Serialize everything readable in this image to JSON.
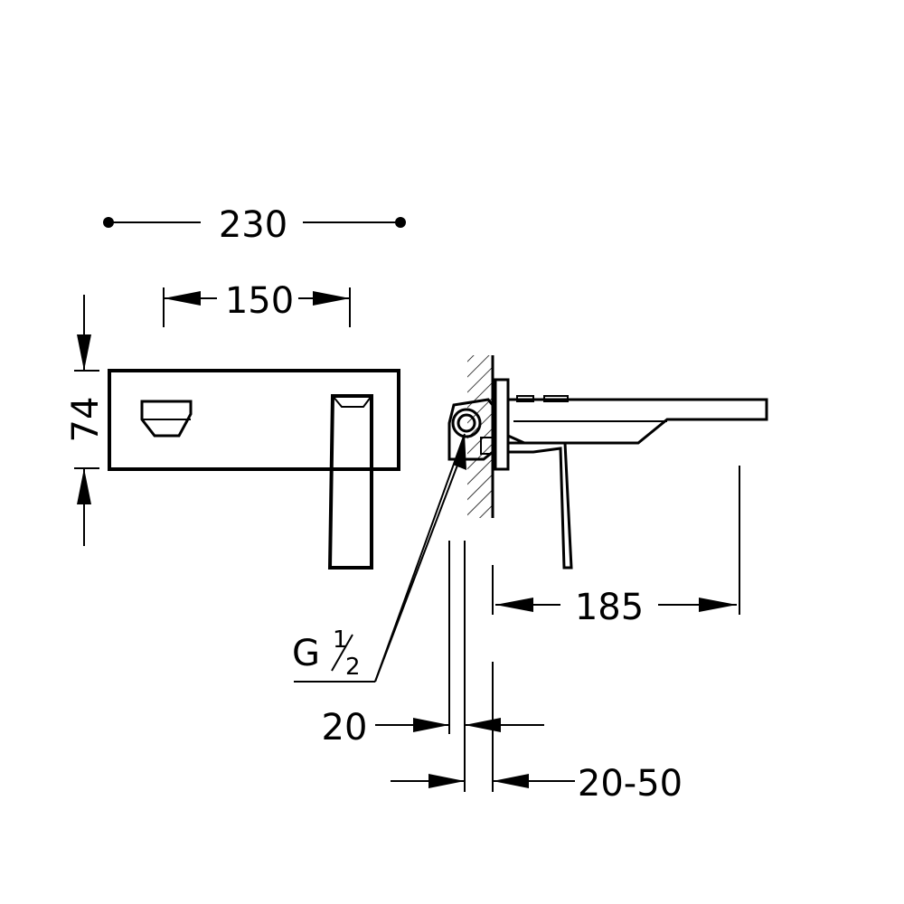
{
  "dimensions": {
    "total_width": "230",
    "plate_width": "150",
    "plate_height": "74",
    "spout_projection": "185",
    "thread": "G",
    "thread_fraction_num": "1",
    "thread_fraction_den": "2",
    "wall_offset": "20",
    "wall_range": "20-50"
  }
}
